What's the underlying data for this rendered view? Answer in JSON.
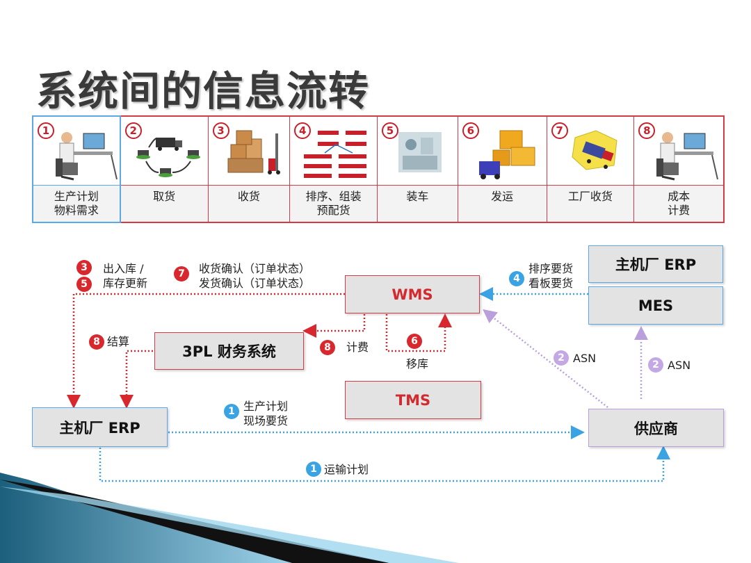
{
  "title": "系统间的信息流转",
  "steps": [
    {
      "num": "1",
      "label": "生产计划\n物料需求"
    },
    {
      "num": "2",
      "label": "取货"
    },
    {
      "num": "3",
      "label": "收货"
    },
    {
      "num": "4",
      "label": "排序、组装\n预配货"
    },
    {
      "num": "5",
      "label": "装车"
    },
    {
      "num": "6",
      "label": "发运"
    },
    {
      "num": "7",
      "label": "工厂收货"
    },
    {
      "num": "8",
      "label": "成本\n计费"
    }
  ],
  "boxes": {
    "erp_top": "主机厂 ERP",
    "mes": "MES",
    "wms": "WMS",
    "finance": "3PL 财务系统",
    "tms": "TMS",
    "erp_left": "主机厂 ERP",
    "supplier": "供应商"
  },
  "badges": {
    "b3": "3",
    "b5": "5",
    "b7": "7",
    "b4": "4",
    "b8a": "8",
    "b8b": "8",
    "b6": "6",
    "b2a": "2",
    "b2b": "2",
    "b1a": "1",
    "b1b": "1"
  },
  "notes": {
    "inout": "出入库 /\n库存更新",
    "receive": "收货确认（订单状态）\n发货确认（订单状态）",
    "sequence": "排序要货\n看板要货",
    "settle": "结算",
    "fee": "计费",
    "move": "移库",
    "asn_a": "ASN",
    "asn_b": "ASN",
    "prod_plan": "生产计划\n现场要货",
    "transport": "运输计划"
  },
  "colors": {
    "red": "#d9272e",
    "blue": "#3aa3e3",
    "purple": "#c4a8e6"
  }
}
